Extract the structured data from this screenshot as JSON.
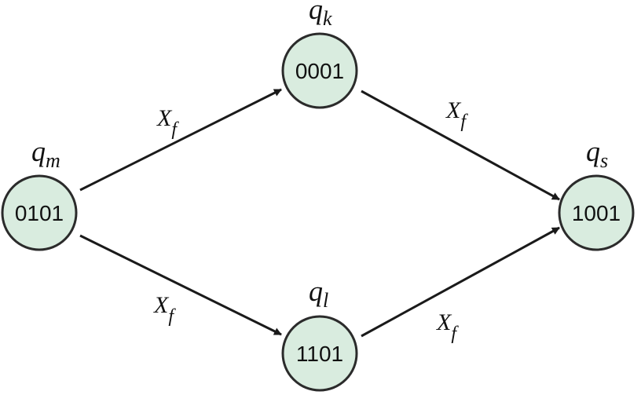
{
  "nodes": {
    "qm": {
      "symbol": "q",
      "subscript": "m",
      "code": "0101"
    },
    "qk": {
      "symbol": "q",
      "subscript": "k",
      "code": "0001"
    },
    "ql": {
      "symbol": "q",
      "subscript": "l",
      "code": "1101"
    },
    "qs": {
      "symbol": "q",
      "subscript": "s",
      "code": "1001"
    }
  },
  "edges": [
    {
      "from": "qm",
      "to": "qk",
      "symbol": "X",
      "subscript": "f"
    },
    {
      "from": "qk",
      "to": "qs",
      "symbol": "X",
      "subscript": "f"
    },
    {
      "from": "qm",
      "to": "ql",
      "symbol": "X",
      "subscript": "f"
    },
    {
      "from": "ql",
      "to": "qs",
      "symbol": "X",
      "subscript": "f"
    }
  ],
  "colors": {
    "node_fill": "#d9ecdf",
    "node_stroke": "#2b2b2b",
    "edge": "#1a1a1a"
  }
}
